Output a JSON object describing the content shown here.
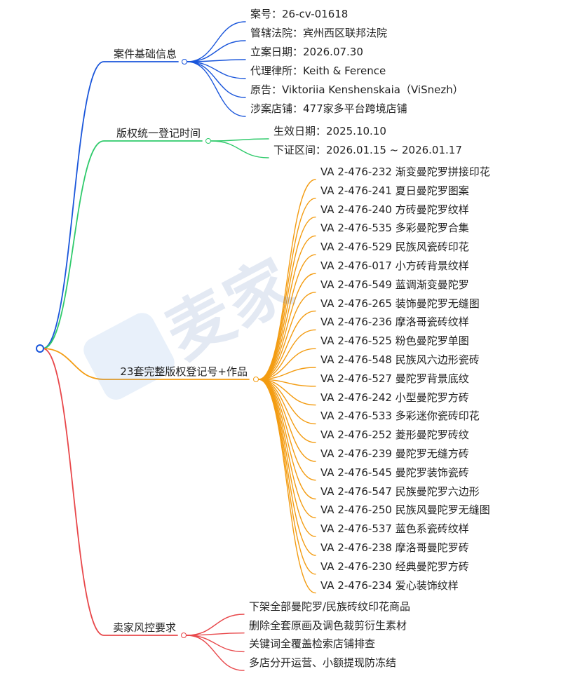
{
  "colors": {
    "root": "#1a56db",
    "branches": [
      "#1a56db",
      "#2fca6b",
      "#f39c12",
      "#e8474a"
    ]
  },
  "watermark": {
    "text": "麦家"
  },
  "branches": [
    {
      "label": "案件基础信息",
      "items": [
        "案号：26-cv-01618",
        "管辖法院：宾州西区联邦法院",
        "立案日期：2026.07.30",
        "代理律所：Keith & Ference",
        "原告：Viktoriia Kenshenskaia（ViSnezh）",
        "涉案店铺：477家多平台跨境店铺"
      ]
    },
    {
      "label": "版权统一登记时间",
      "items": [
        "生效日期：2025.10.10",
        "下证区间：2026.01.15 ~ 2026.01.17"
      ]
    },
    {
      "label": "23套完整版权登记号+作品",
      "items": [
        "VA 2-476-232 渐变曼陀罗拼接印花",
        "VA 2-476-241 夏日曼陀罗图案",
        "VA 2-476-240 方砖曼陀罗纹样",
        "VA 2-476-535 多彩曼陀罗合集",
        "VA 2-476-529 民族风瓷砖印花",
        "VA 2-476-017 小方砖背景纹样",
        "VA 2-476-549 蓝调渐变曼陀罗",
        "VA 2-476-265 装饰曼陀罗无缝图",
        "VA 2-476-236 摩洛哥瓷砖纹样",
        "VA 2-476-525 粉色曼陀罗单图",
        "VA 2-476-548 民族风六边形瓷砖",
        "VA 2-476-527 曼陀罗背景底纹",
        "VA 2-476-242 小型曼陀罗方砖",
        "VA 2-476-533 多彩迷你瓷砖印花",
        "VA 2-476-252 菱形曼陀罗砖纹",
        "VA 2-476-239 曼陀罗无缝方砖",
        "VA 2-476-545 曼陀罗装饰瓷砖",
        "VA 2-476-547 民族曼陀罗六边形",
        "VA 2-476-250 民族风曼陀罗无缝图",
        "VA 2-476-537 蓝色系瓷砖纹样",
        "VA 2-476-238 摩洛哥曼陀罗砖",
        "VA 2-476-230 经典曼陀罗方砖",
        "VA 2-476-234 爱心装饰纹样"
      ]
    },
    {
      "label": "卖家风控要求",
      "items": [
        "下架全部曼陀罗/民族砖纹印花商品",
        "删除全套原画及调色裁剪衍生素材",
        "关键词全覆盖检索店铺排查",
        "多店分开运营、小额提现防冻结"
      ]
    }
  ]
}
